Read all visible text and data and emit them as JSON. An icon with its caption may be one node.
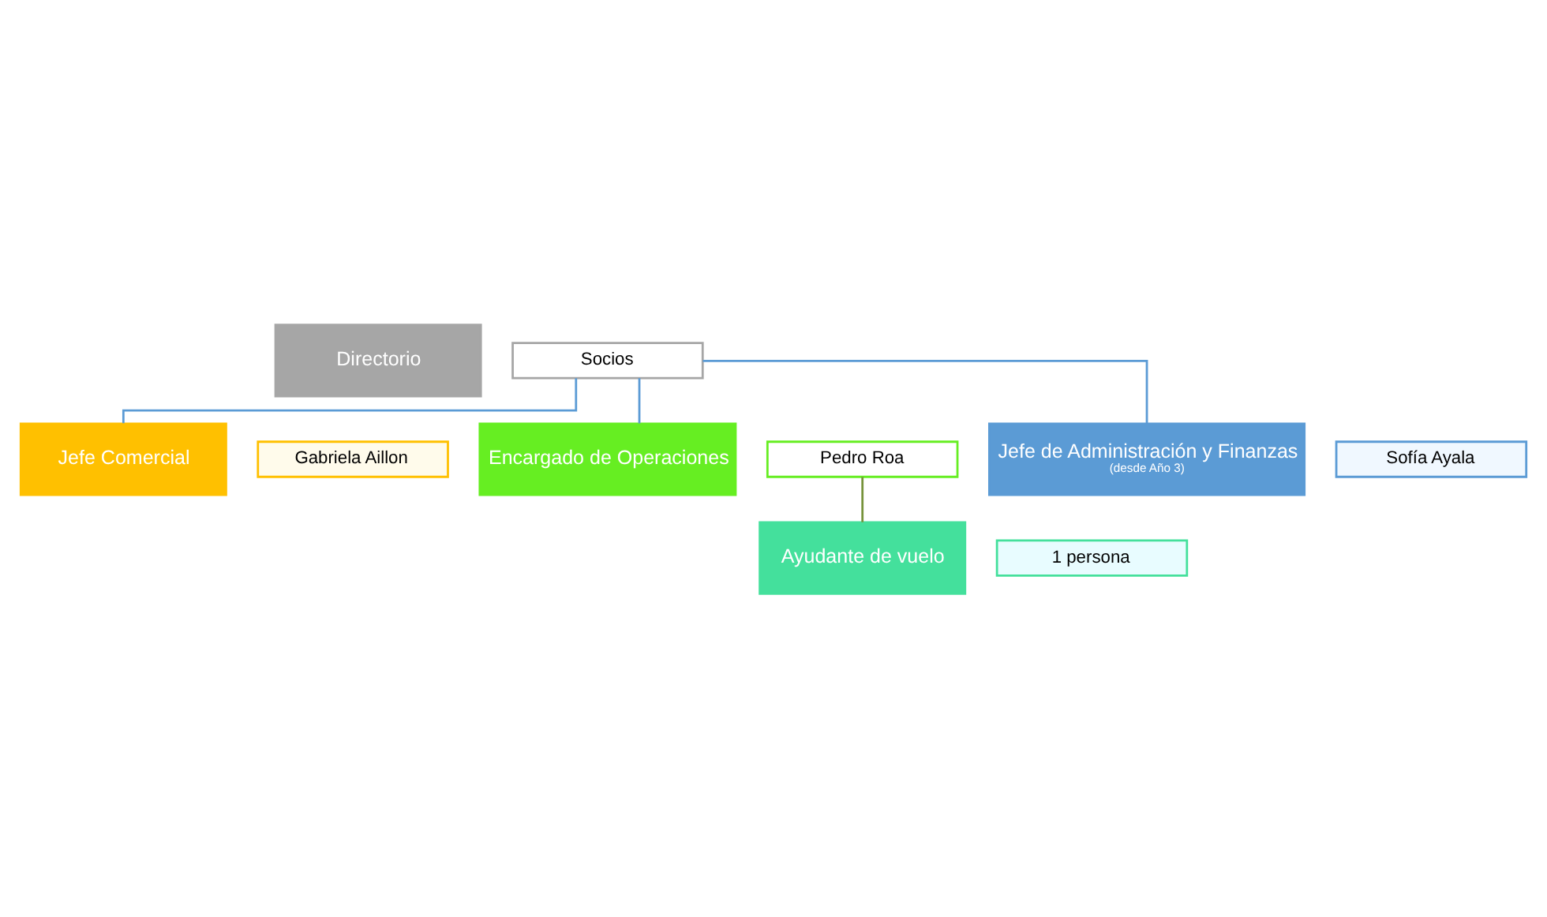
{
  "diagram": {
    "nodes": [
      {
        "text": [
          "Directorio"
        ]
      },
      {
        "text": [
          "Socios"
        ]
      },
      {
        "text": [
          "Jefe Comercial"
        ]
      },
      {
        "text": [
          "Gabriela Aillon"
        ]
      },
      {
        "text": [
          "Encargado de Operaciones"
        ]
      },
      {
        "text": [
          "Pedro Roa"
        ]
      },
      {
        "text": [
          "Jefe de Administración y Finanzas",
          "(desde Año 3)"
        ]
      },
      {
        "text": [
          "Sofía Ayala"
        ]
      },
      {
        "text": [
          "Ayudante de vuelo"
        ]
      },
      {
        "text": [
          "1 persona"
        ]
      }
    ],
    "edges": [
      {
        "from": 1,
        "to": 2,
        "arrow": "none"
      },
      {
        "from": 1,
        "to": 4,
        "arrow": "none"
      },
      {
        "from": 1,
        "to": 6,
        "arrow": "none"
      },
      {
        "from": 5,
        "to": 8,
        "arrow": "none",
        "color": "#77933c"
      }
    ]
  }
}
